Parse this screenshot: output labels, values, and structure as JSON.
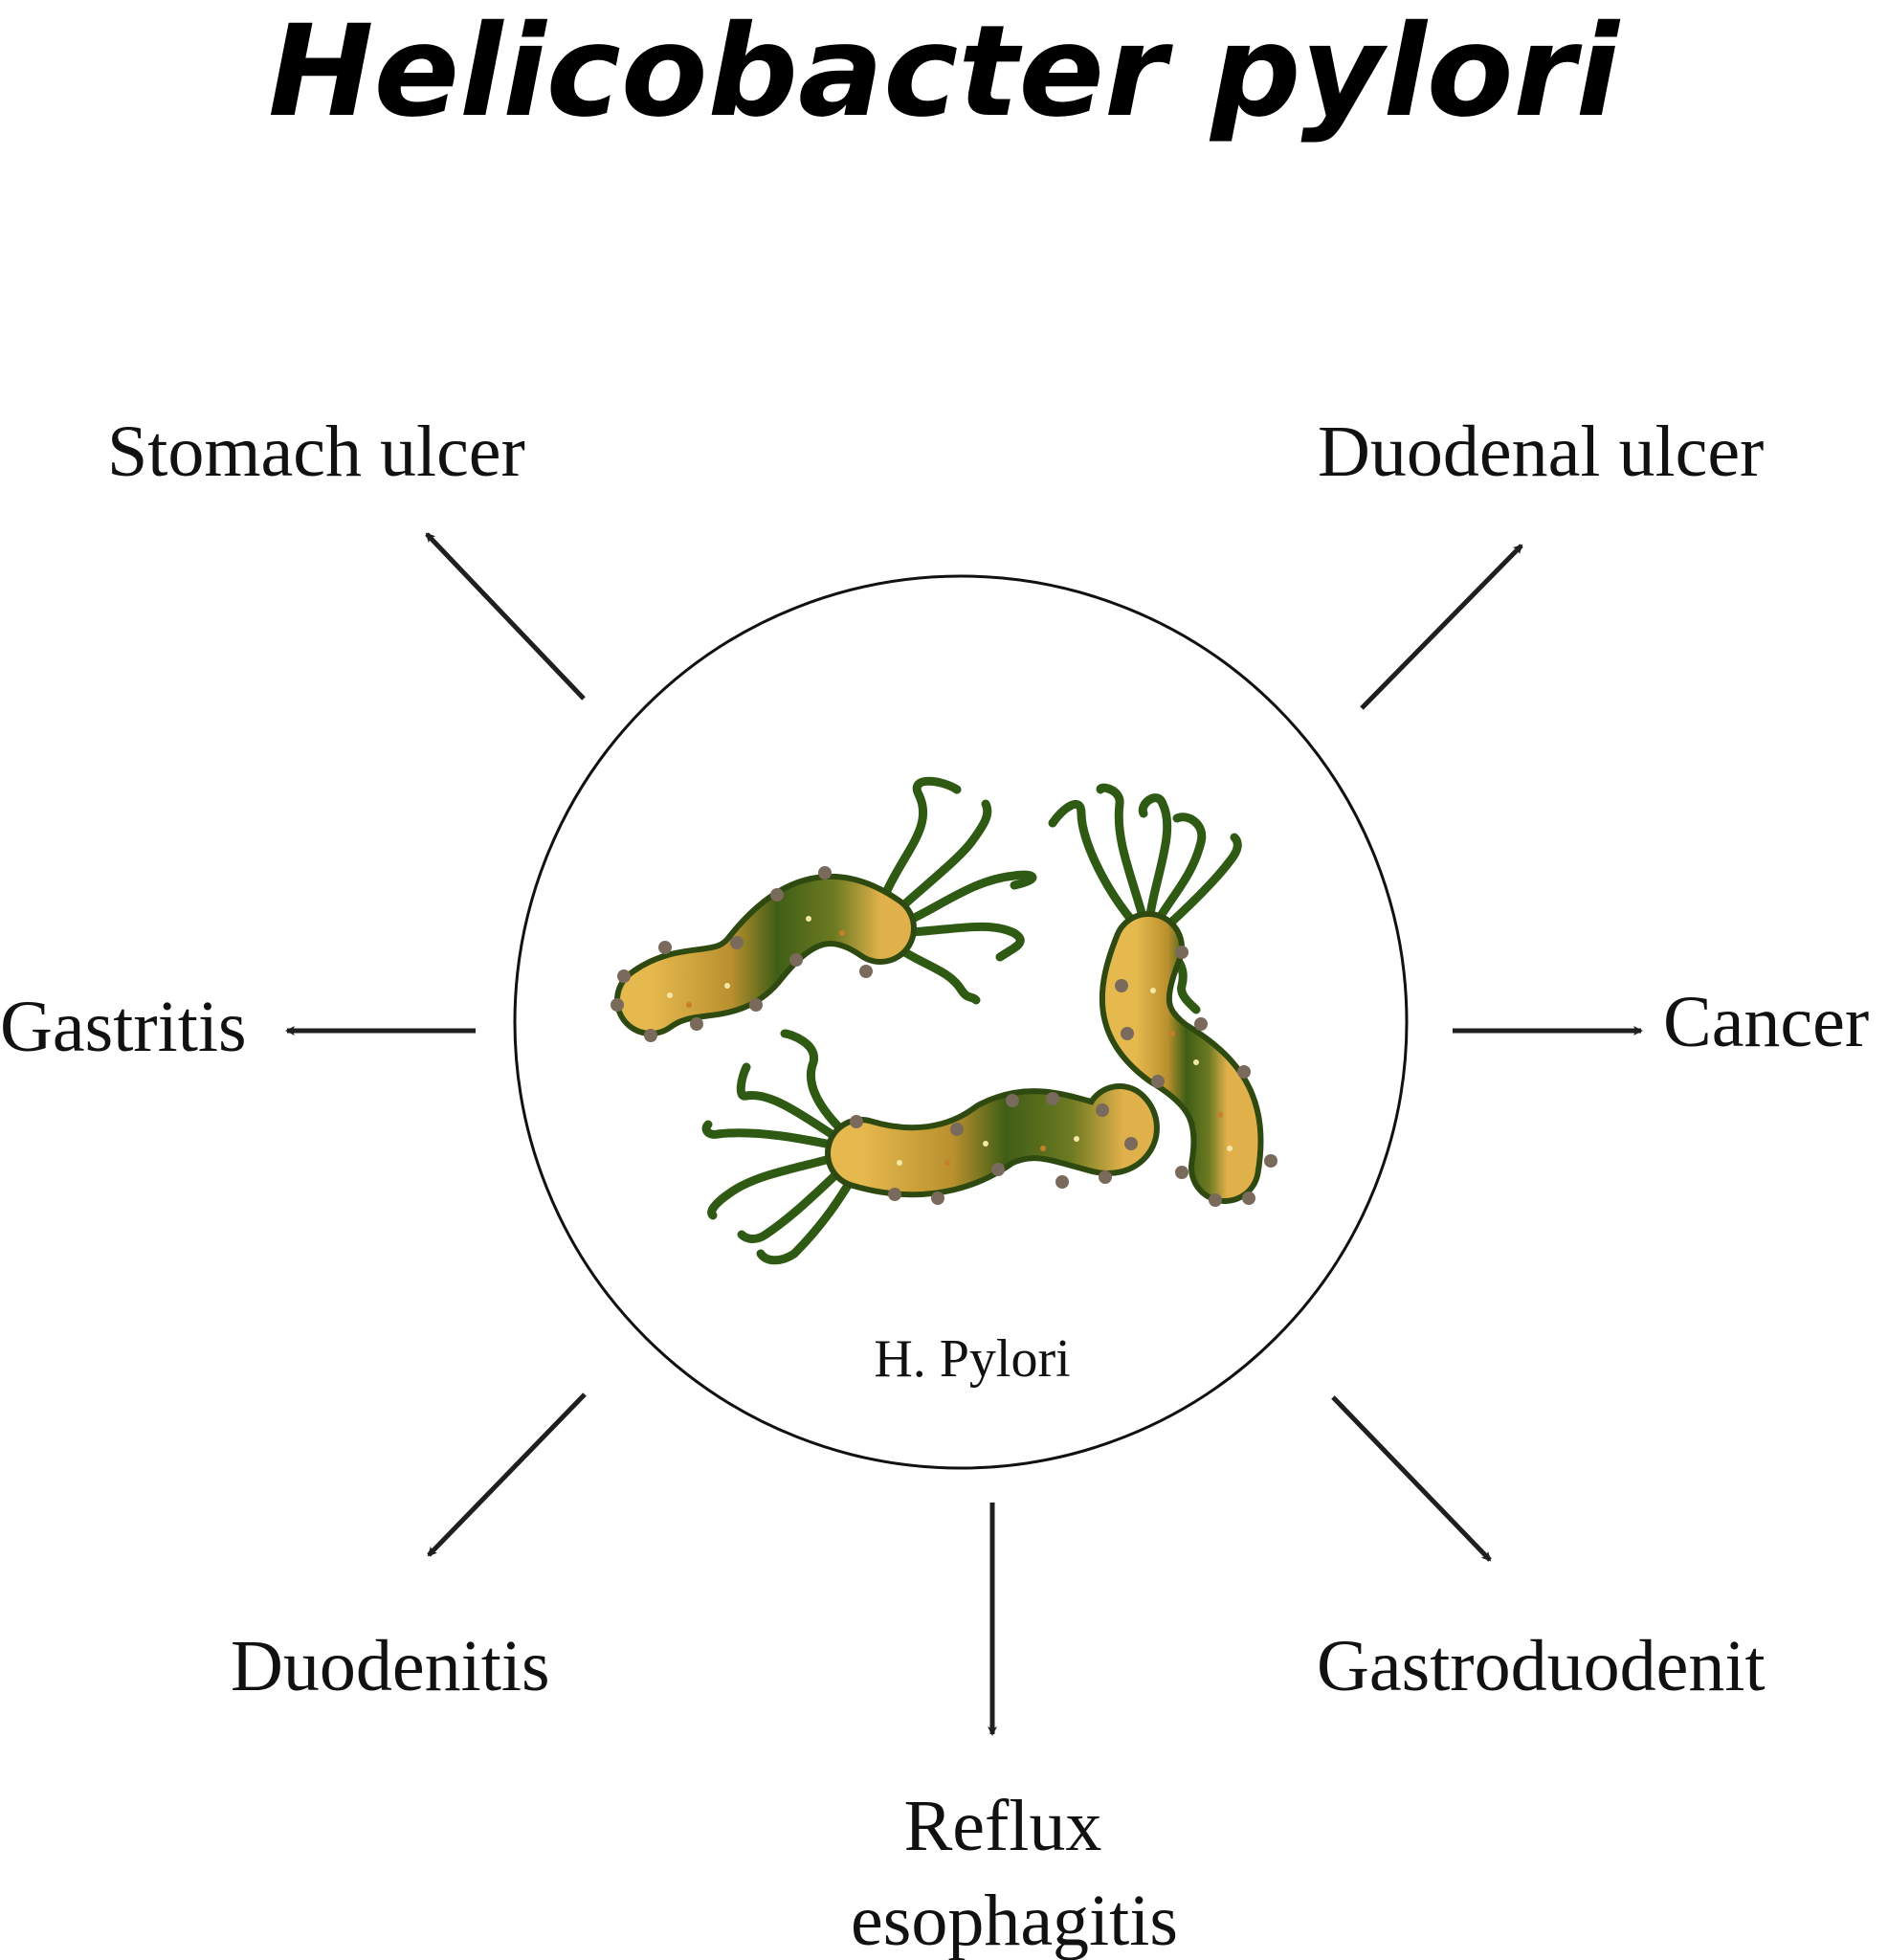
{
  "title": "Helicobacter pylori",
  "center": {
    "label": "H. Pylori"
  },
  "outcomes": {
    "stomach_ulcer": "Stomach ulcer",
    "duodenal_ulcer": "Duodenal ulcer",
    "gastritis": "Gastritis",
    "cancer": "Cancer",
    "duodenitis": "Duodenitis",
    "gastroduodenit": "Gastroduodenit",
    "reflux_line1": "Reflux",
    "reflux_line2": "esophagitis"
  },
  "colors": {
    "bacterium_light": "#e0b04a",
    "bacterium_dark": "#3a5a12",
    "flagella": "#2f5a14",
    "arrow": "#1f1f1f"
  }
}
